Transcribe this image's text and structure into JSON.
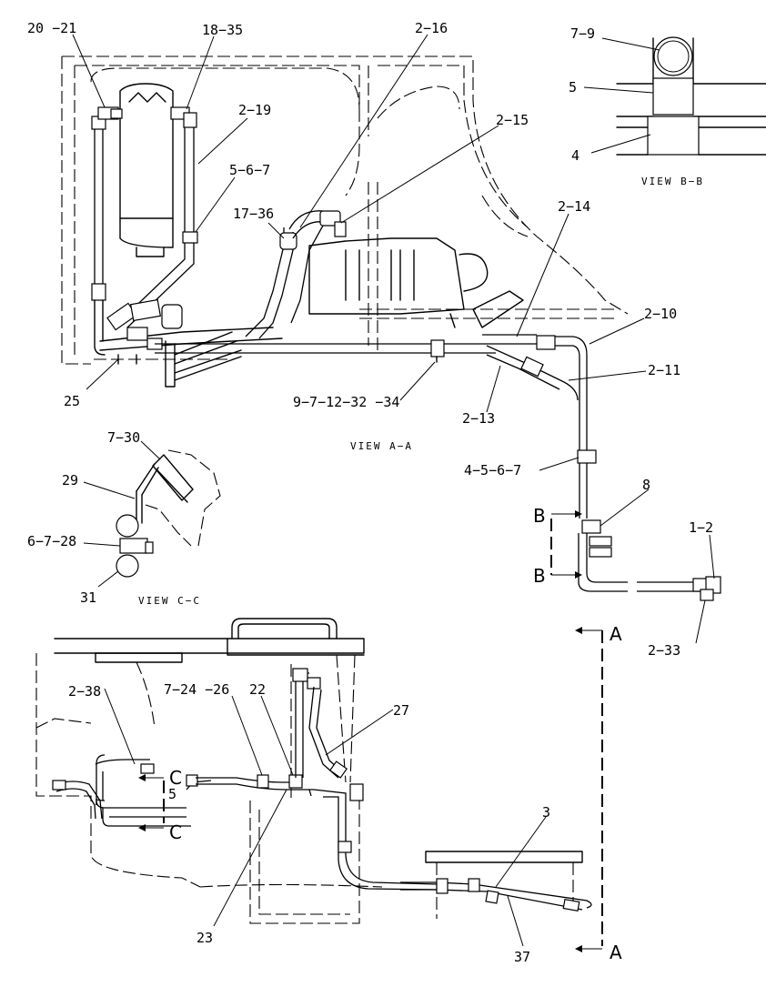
{
  "labels": {
    "l_20_21": "20 −21",
    "l_18_35": "18−35",
    "l_2_16": "2−16",
    "l_7_9": "7−9",
    "l_2_19": "2−19",
    "l_5_right": "5",
    "l_2_15": "2−15",
    "l_5_6_7": "5−6−7",
    "l_4_top": "4",
    "l_17_36": "17−36",
    "l_2_14": "2−14",
    "l_2_10": "2−10",
    "l_2_11": "2−11",
    "l_25": "25",
    "l_9_7_12": "9−7−12−32 −34",
    "l_2_13": "2−13",
    "l_7_30": "7−30",
    "l_4_5_6_7": "4−5−6−7",
    "l_29": "29",
    "l_8": "8",
    "l_6_7_28": "6−7−28",
    "l_1_2": "1−2",
    "l_31": "31",
    "l_2_33": "2−33",
    "l_2_38": "2−38",
    "l_7_24_26": "7−24 −26",
    "l_22": "22",
    "l_27": "27",
    "l_5_bottom": "5",
    "l_3": "3",
    "l_23": "23",
    "l_37": "37"
  },
  "views": {
    "view_bb": "VIEW  B−B",
    "view_aa": "VIEW  A−A",
    "view_cc": "VIEW  C−C"
  },
  "section_markers": {
    "b_top": "B",
    "b_bottom": "B",
    "a_top": "A",
    "a_bottom": "A",
    "c_top": "C",
    "c_bottom": "C"
  }
}
